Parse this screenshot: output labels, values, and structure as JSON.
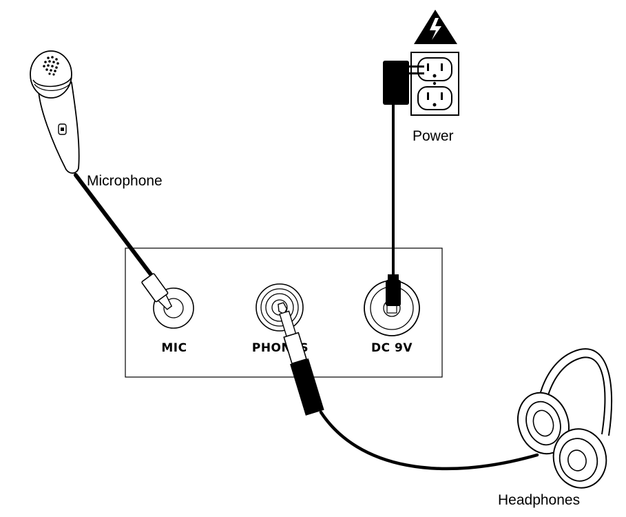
{
  "labels": {
    "microphone": "Microphone",
    "power": "Power",
    "headphones": "Headphones"
  },
  "panel": {
    "jacks": {
      "mic": "MIC",
      "phones": "PHONES",
      "dc": "DC 9V"
    }
  },
  "icons": {
    "warning": "high-voltage-warning-icon",
    "outlet": "wall-outlet-icon",
    "adapter": "power-adapter-icon",
    "microphone": "microphone-icon",
    "headphones": "headphones-icon"
  }
}
